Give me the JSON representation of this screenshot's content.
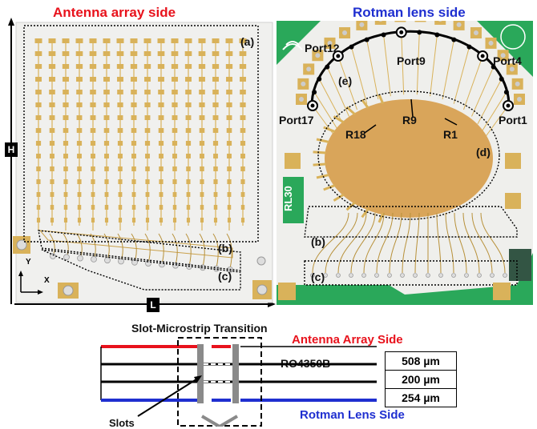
{
  "titles": {
    "left": "Antenna array side",
    "right": "Rotman lens side"
  },
  "dimension_labels": {
    "height": "H",
    "length": "L"
  },
  "axes": {
    "y": "Y",
    "x": "X"
  },
  "left_panel_labels": {
    "a": "(a)",
    "b": "(b)",
    "c": "(c)"
  },
  "right_panel_labels": {
    "b": "(b)",
    "c": "(c)",
    "d": "(d)",
    "e": "(e)",
    "board_id": "RL30"
  },
  "ports": {
    "p12": "Port12",
    "p9": "Port9",
    "p4": "Port4",
    "p17": "Port17",
    "p1": "Port1"
  },
  "radii": {
    "r9": "R9",
    "r18": "R18",
    "r1": "R1"
  },
  "cross_section": {
    "title": "Slot-Microstrip Transition",
    "top_side": "Antenna Array Side",
    "bottom_side": "Rotman Lens Side",
    "substrate": "RO4350B",
    "slots_label": "Slots",
    "layers": [
      "508 µm",
      "200 µm",
      "254 µm"
    ]
  },
  "colors": {
    "board_bg": "#efefec",
    "copper": "#d9b25a",
    "copper_dark": "#b8913a",
    "green_mask": "#2aa85a",
    "red_line": "#e8121c",
    "blue_line": "#1f2fd0"
  }
}
